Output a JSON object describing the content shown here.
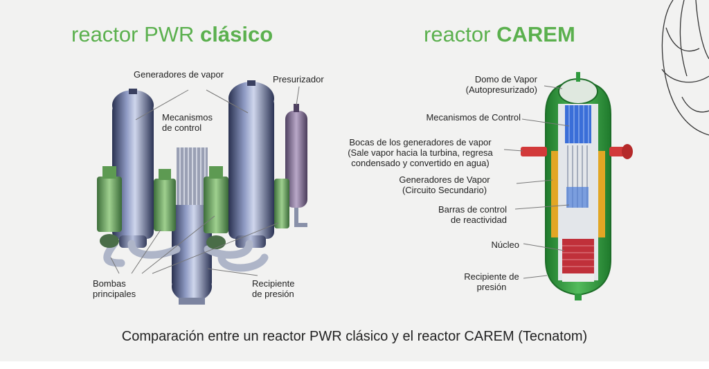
{
  "titles": {
    "left_normal": "reactor PWR ",
    "left_bold": "clásico",
    "right_normal": "reactor ",
    "right_bold": "CAREM"
  },
  "left_labels": {
    "generadores": "Generadores de vapor",
    "presurizador": "Presurizador",
    "mecanismos_1": "Mecanismos",
    "mecanismos_2": "de control",
    "bombas_1": "Bombas",
    "bombas_2": "principales",
    "recipiente_1": "Recipiente",
    "recipiente_2": "de presión"
  },
  "right_labels": {
    "domo_1": "Domo de Vapor",
    "domo_2": "(Autopresurizado)",
    "mecanismos": "Mecanismos de Control",
    "bocas_1": "Bocas de los generadores de vapor",
    "bocas_2": "(Sale vapor hacia la turbina, regresa",
    "bocas_3": "condensado y convertido en agua)",
    "gen_1": "Generadores de Vapor",
    "gen_2": "(Circuito Secundario)",
    "barras_1": "Barras de control",
    "barras_2": "de reactividad",
    "nucleo": "Núcleo",
    "recip_1": "Recipiente de",
    "recip_2": "presión"
  },
  "caption": "Comparación entre un reactor PWR clásico y el reactor CAREM (Tecnatom)",
  "colors": {
    "accent_green": "#5bb04e",
    "vessel_steel": "#4a5a8a",
    "carem_green": "#2f9a3e",
    "core_red": "#c0303a",
    "steam_gen_yellow": "#e0a020",
    "control_blue": "#3a6ed8",
    "pressurizer_purple": "#7a6a8a"
  }
}
